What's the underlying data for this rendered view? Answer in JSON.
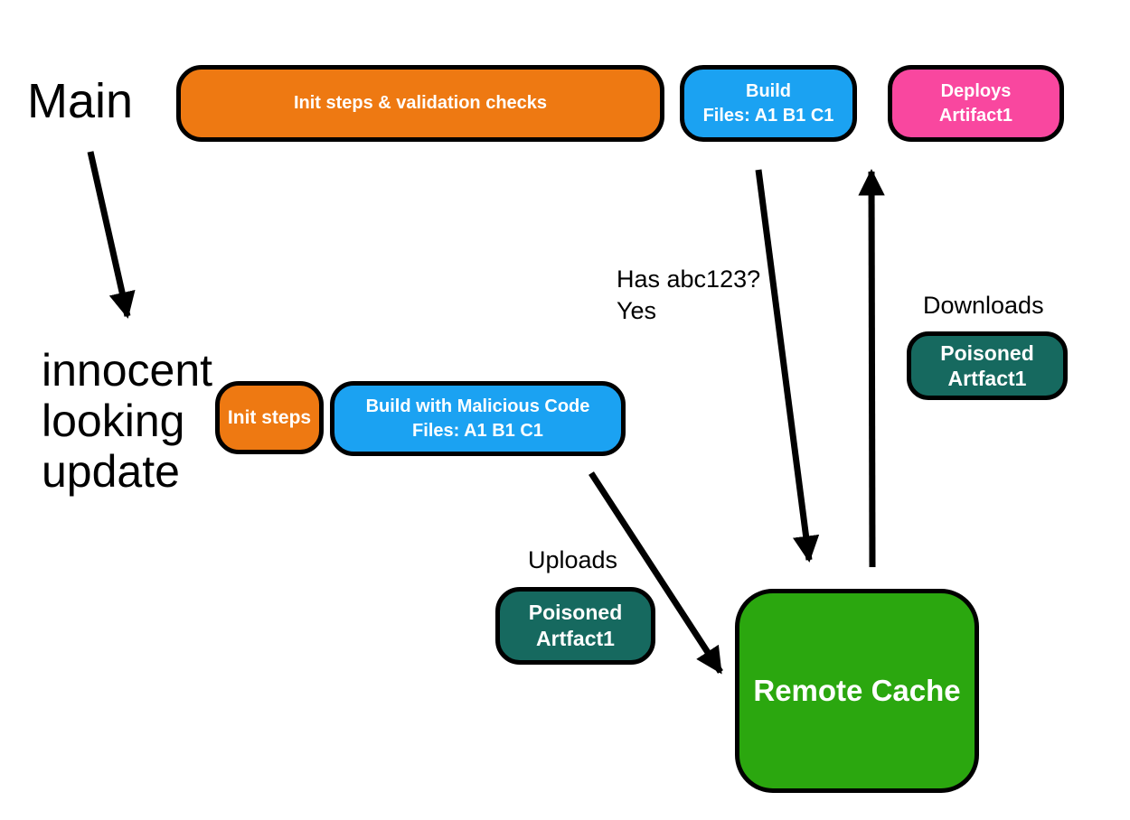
{
  "diagram": {
    "background": "#ffffff",
    "colors": {
      "orange": "#ee7912",
      "blue": "#1ba2f2",
      "pink": "#f9479f",
      "teal": "#16695f",
      "green": "#2ba70f",
      "arrow": "#000000",
      "node_text": "#ffffff",
      "label_text": "#000000",
      "node_border": "#000000"
    },
    "labels": {
      "main": "Main",
      "innocent_update": "innocent\nlooking\nupdate"
    },
    "nodes": {
      "init_validation": {
        "label": "Init steps & validation checks",
        "color": "#ee7912"
      },
      "build": {
        "label": "Build\nFiles: A1 B1 C1",
        "color": "#1ba2f2"
      },
      "deploys": {
        "label": "Deploys\nArtifact1",
        "color": "#f9479f"
      },
      "init_steps": {
        "label": "Init steps",
        "color": "#ee7912"
      },
      "build_malicious": {
        "label": "Build with Malicious Code\nFiles: A1 B1 C1",
        "color": "#1ba2f2"
      },
      "poisoned_upload": {
        "label": "Poisoned\nArtfact1",
        "color": "#16695f"
      },
      "poisoned_download": {
        "label": "Poisoned\nArtfact1",
        "color": "#16695f"
      },
      "remote_cache": {
        "label": "Remote Cache",
        "color": "#2ba70f"
      }
    },
    "edges": [
      {
        "from": "main",
        "to": "innocent_update",
        "label": ""
      },
      {
        "from": "build",
        "to": "remote_cache",
        "label": "Has abc123?\nYes"
      },
      {
        "from": "remote_cache",
        "to": "deploys",
        "label": "Downloads"
      },
      {
        "from": "build_malicious",
        "to": "remote_cache",
        "label": "Uploads"
      }
    ]
  }
}
